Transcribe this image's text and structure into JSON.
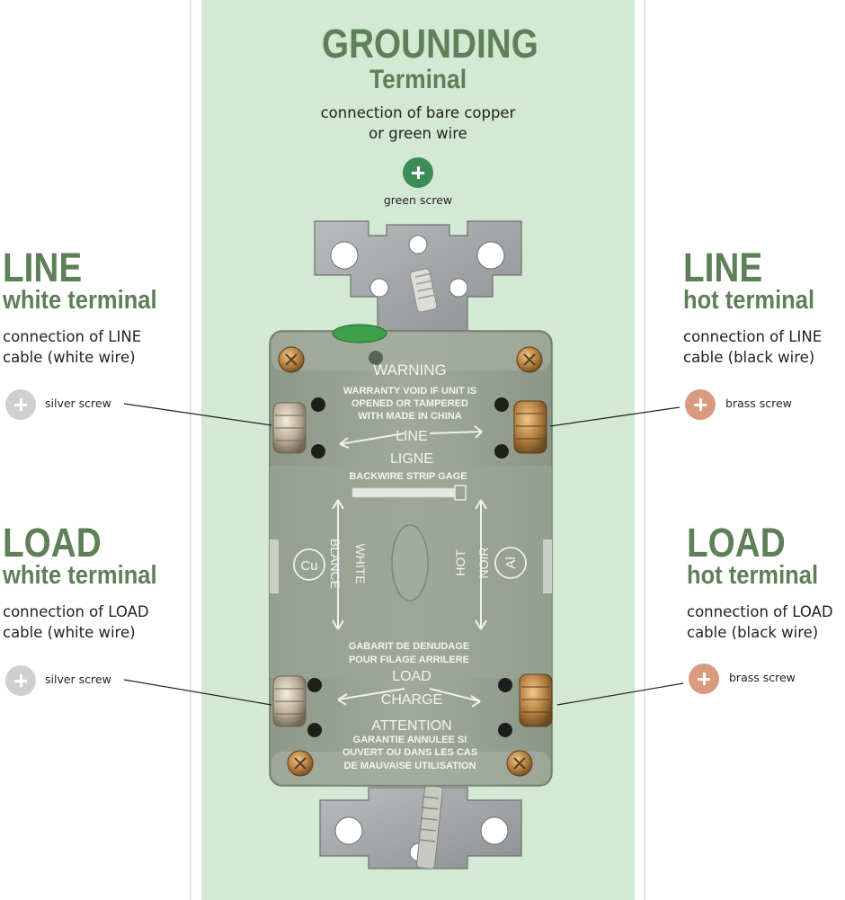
{
  "grounding": {
    "title": "GROUNDING",
    "subtitle": "Terminal",
    "description_line1": "connection of bare copper",
    "description_line2": "or green wire",
    "screw_label": "green screw",
    "screw_color": "#3c8c56"
  },
  "line_white": {
    "title": "LINE",
    "subtitle": "white terminal",
    "description_line1": "connection of LINE",
    "description_line2": "cable (white wire)",
    "screw_label": "silver screw",
    "screw_color": "#cfcfcf"
  },
  "load_white": {
    "title": "LOAD",
    "subtitle": "white terminal",
    "description_line1": "connection of LOAD",
    "description_line2": "cable (white wire)",
    "screw_label": "silver screw",
    "screw_color": "#cfcfcf"
  },
  "line_hot": {
    "title": "LINE",
    "subtitle": "hot terminal",
    "description_line1": "connection of LINE",
    "description_line2": "cable (black wire)",
    "screw_label": "brass screw",
    "screw_color": "#d99a80"
  },
  "load_hot": {
    "title": "LOAD",
    "subtitle": "hot terminal",
    "description_line1": "connection of LOAD",
    "description_line2": "cable (black wire)",
    "screw_label": "brass screw",
    "screw_color": "#d99a80"
  },
  "device": {
    "warning": "WARNING",
    "warranty_line1": "WARRANTY VOID IF UNIT IS",
    "warranty_line2": "OPENED OR TAMPERED",
    "warranty_line3": "WITH MADE IN CHINA",
    "line_en": "LINE",
    "line_fr": "LIGNE",
    "strip_gage": "BACKWIRE STRIP GAGE",
    "white": "WHITE",
    "blanc": "BLANCE",
    "hot": "HOT",
    "noir": "NOIR",
    "cu": "Cu",
    "al": "Al",
    "gabarit_line1": "GABARIT DE DENUDAGE",
    "gabarit_line2": "POUR FILAGE ARRILERE",
    "load_en": "LOAD",
    "load_fr": "CHARGE",
    "attention": "ATTENTION",
    "attention_line1": "GARANTIE ANNULEE SI",
    "attention_line2": "OUVERT OU DANS LES CAS",
    "attention_line3": "DE MAUVAISE UTILISATION"
  },
  "colors": {
    "accent_green": "#5e7f58",
    "center_band": "#d3e9d3",
    "device_body": "#9aa395"
  }
}
